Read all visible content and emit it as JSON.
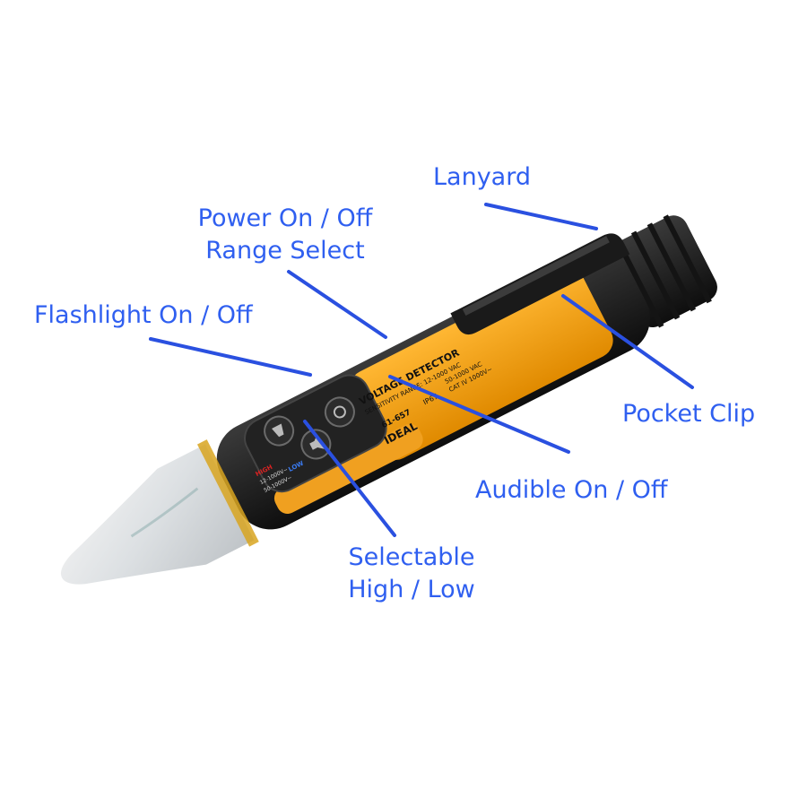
{
  "figure": {
    "background_color": "#ffffff",
    "label_color": "#2f5ff0",
    "line_color": "#2a50e0",
    "product": {
      "panel_labels": {
        "top_line1": "VOLTAGE DETECTOR",
        "top_line2": "SENSITIVITY RANGE: 12-1000 VAC",
        "top_line3": "50-1000 VAC",
        "rating": "CAT IV 1000V~",
        "ip": "IP67",
        "model": "61-657",
        "brand": "IDEAL",
        "range_high": "HIGH",
        "range_low": "LOW",
        "range_high_value": "12-1000V~",
        "range_low_value": "50-1000V~"
      }
    },
    "callouts": {
      "lanyard": "Lanyard",
      "power_line1": "Power On / Off",
      "power_line2": "Range Select",
      "flashlight": "Flashlight On / Off",
      "pocket_clip": "Pocket Clip",
      "audible": "Audible On / Off",
      "selectable_line1": "Selectable",
      "selectable_line2": "High / Low"
    }
  }
}
